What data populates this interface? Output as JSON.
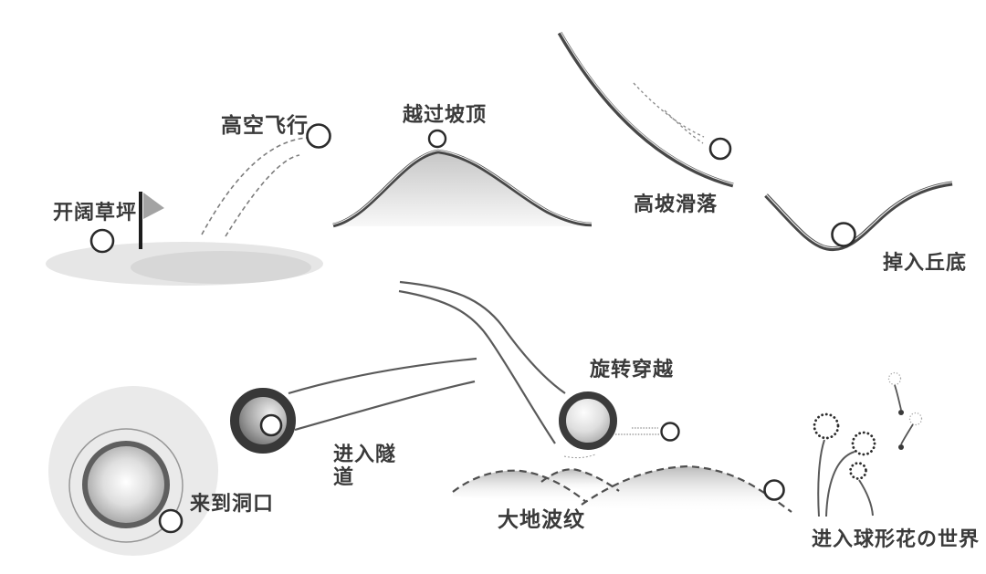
{
  "diagram": {
    "type": "golf-ball-journey-illustration",
    "stages": [
      {
        "id": "open-lawn",
        "label": "开阔草坪"
      },
      {
        "id": "high-flight",
        "label": "高空飞行"
      },
      {
        "id": "over-hilltop",
        "label": "越过坡顶"
      },
      {
        "id": "slope-slide",
        "label": "高坡滑落"
      },
      {
        "id": "fall-hill-bottom",
        "label": "掉入丘底"
      },
      {
        "id": "arrive-hole",
        "label": "来到洞口"
      },
      {
        "id": "enter-tunnel",
        "label": "进入隧道",
        "label_line1": "进入隧",
        "label_line2": "道"
      },
      {
        "id": "spin-through",
        "label": "旋转穿越"
      },
      {
        "id": "ground-ripples",
        "label": "大地波纹"
      },
      {
        "id": "sphere-flower-world",
        "label": "进入球形花の世界"
      }
    ],
    "icons": {
      "flag": "triangular-pennant-on-pole",
      "golf_ball": "white-circle-dark-outline",
      "hole": "concentric-circles-sphere",
      "tunnel": "dark-ring-tube",
      "flower": "dotted-circle-head-on-stem"
    },
    "colors": {
      "ink": "#3a3a3a",
      "line_dark": "#474747",
      "line_mid": "#5a5a5a",
      "dash_gray": "#8a8a8a",
      "lawn": "#e6e6e6",
      "lawn_inner": "#d7d7d7",
      "hole_disc": "#eaeaea",
      "hill_fill_top": "#c9c9c9",
      "background": "#ffffff"
    }
  }
}
